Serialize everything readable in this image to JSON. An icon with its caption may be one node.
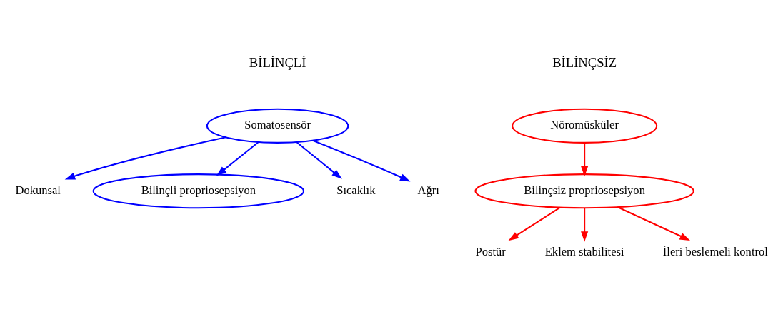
{
  "diagram": {
    "nodes": [
      {
        "text": [
          "Somatosensör"
        ]
      },
      {
        "text": [
          "Dokunsal"
        ]
      },
      {
        "text": [
          "Bilinçli propriosepsiyon"
        ]
      },
      {
        "text": [
          "Sıcaklık"
        ]
      },
      {
        "text": [
          "Ağrı"
        ]
      },
      {
        "text": [
          "Nöromüsküler"
        ]
      },
      {
        "text": [
          "Bilinçsiz propriosepsiyon"
        ]
      },
      {
        "text": [
          "Postür"
        ]
      },
      {
        "text": [
          "Eklem stabilitesi"
        ]
      },
      {
        "text": [
          "İleri beslemeli kontrol"
        ]
      }
    ],
    "edges": [
      {
        "from": 0,
        "to": 1,
        "arrow": "to",
        "color": "#0000ff"
      },
      {
        "from": 0,
        "to": 2,
        "arrow": "to",
        "color": "#0000ff"
      },
      {
        "from": 0,
        "to": 3,
        "arrow": "to",
        "color": "#0000ff"
      },
      {
        "from": 0,
        "to": 4,
        "arrow": "to",
        "color": "#0000ff"
      },
      {
        "from": 5,
        "to": 6,
        "arrow": "to",
        "color": "#ff0000"
      },
      {
        "from": 6,
        "to": 7,
        "arrow": "to",
        "color": "#ff0000"
      },
      {
        "from": 6,
        "to": 8,
        "arrow": "to",
        "color": "#ff0000"
      },
      {
        "from": 6,
        "to": 9,
        "arrow": "to",
        "color": "#ff0000"
      }
    ],
    "labels": [
      "BİLİNÇLİ",
      "BİLİNÇSİZ"
    ]
  }
}
